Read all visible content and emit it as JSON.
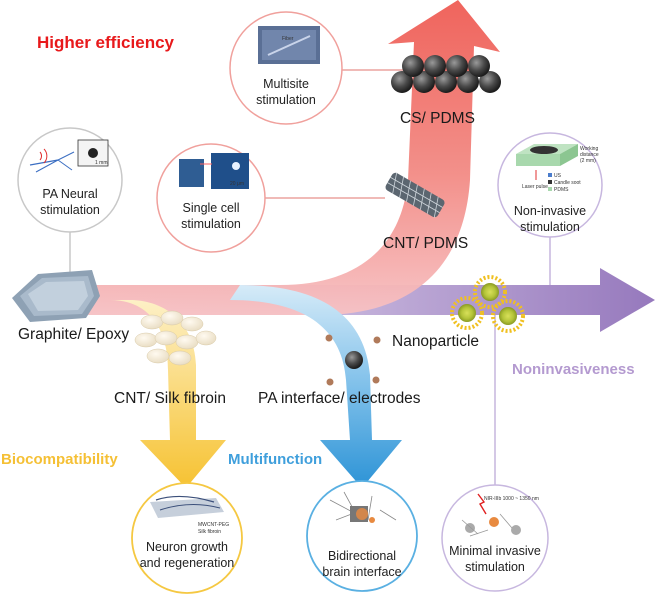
{
  "titles": {
    "higher_efficiency": "Higher efficiency",
    "biocompatibility": "Biocompatibility",
    "multifunction": "Multifunction",
    "noninvasiveness": "Noninvasiveness"
  },
  "materials": {
    "cs_pdms": "CS/ PDMS",
    "cnt_pdms": "CNT/ PDMS",
    "graphite_epoxy": "Graphite/ Epoxy",
    "cnt_silk_fibroin": "CNT/ Silk fibroin",
    "pa_interface": "PA interface/ electrodes",
    "nanoparticle": "Nanoparticle"
  },
  "circles": {
    "multisite": [
      "Multisite",
      "stimulation"
    ],
    "single_cell": [
      "Single cell",
      "stimulation"
    ],
    "pa_neural": [
      "PA Neural",
      "stimulation"
    ],
    "non_invasive": [
      "Non-invasive",
      "stimulation"
    ],
    "neuron_growth": [
      "Neuron growth",
      "and regeneration"
    ],
    "bidirectional": [
      "Bidirectional",
      "brain interface"
    ],
    "minimal_invasive": [
      "Minimal invasive",
      "stimulation"
    ]
  },
  "inset_text": {
    "scale_1mm": "1 mm",
    "scale_20um": "20 μm",
    "fiber": "Fiber",
    "working_distance": [
      "Working",
      "distance",
      "(2 mm)"
    ],
    "laser_pulse": "Laser pulse",
    "legend_us": "US",
    "legend_candle_soot": "Candle soot",
    "legend_pdms": "PDMS",
    "mwcnt_peg": "MWCNT-PEG",
    "silk_fibroin": "Silk fibroin",
    "nir_label": "NIR-IIIb 1000 ~ 1350 nm"
  },
  "colors": {
    "red_arrow": "#f06a62",
    "purple_arrow": "#9f83c2",
    "blue_arrow": "#3aa1dc",
    "yellow_arrow": "#f7c744",
    "higher_efficiency": "#e8191b",
    "biocompatibility": "#f5c035",
    "multifunction": "#3f9fdc",
    "noninvasiveness": "#b49ad0"
  }
}
